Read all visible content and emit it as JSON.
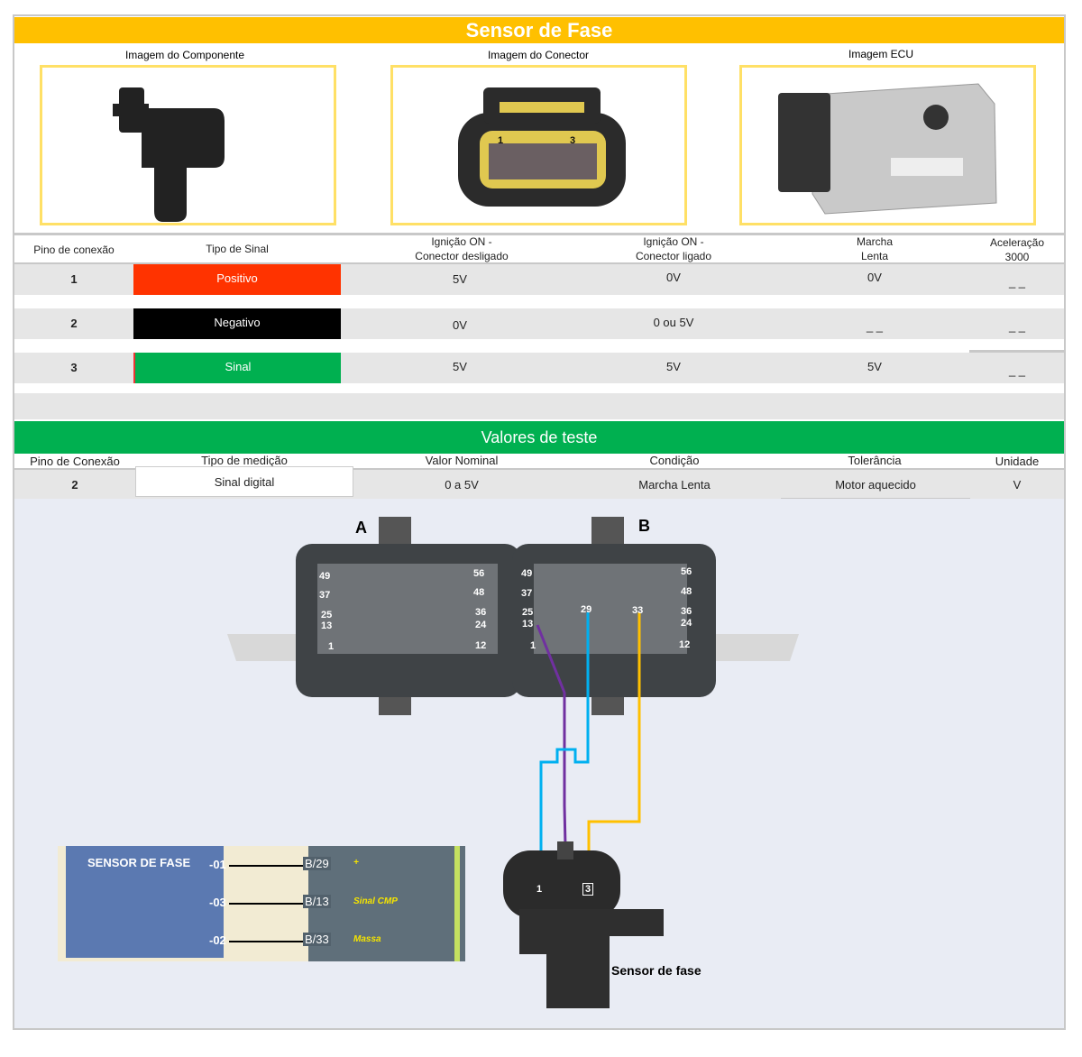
{
  "title": "Sensor de Fase",
  "images": {
    "component": "Imagem do Componente",
    "connector": "Imagem do Conector",
    "ecu": "Imagem ECU",
    "connector_pins": [
      "1",
      "3"
    ]
  },
  "table1": {
    "headers": [
      "Pino de conexão",
      "Tipo de Sinal",
      "Ignição ON -\nConector desligado",
      "Ignição ON -\nConector ligado",
      "Marcha\nLenta",
      "Aceleração\n3000"
    ],
    "rows": [
      {
        "pin": "1",
        "signal": "Positivo",
        "color": "#FF3300",
        "off": "5V",
        "on": "0V",
        "idle": "0V",
        "accel": "_ _"
      },
      {
        "pin": "2",
        "signal": "Negativo",
        "color": "#000000",
        "off": "0V",
        "on": "0 ou 5V",
        "idle": "_ _",
        "accel": "_ _"
      },
      {
        "pin": "3",
        "signal": "Sinal",
        "color": "#00B050",
        "off": "5V",
        "on": "5V",
        "idle": "5V",
        "accel": "_ _"
      }
    ]
  },
  "test": {
    "title": "Valores de teste",
    "headers": [
      "Pino de Conexão",
      "Tipo de medição",
      "Valor Nominal",
      "Condição",
      "Tolerância",
      "Unidade"
    ],
    "row": {
      "pin": "2",
      "type": "Sinal digital",
      "nominal": "0 a 5V",
      "condition": "Marcha Lenta",
      "tolerance": "Motor aquecido",
      "unit": "V"
    }
  },
  "ecu": {
    "conn_a": "A",
    "conn_b": "B",
    "a_pins_left": [
      "49",
      "37",
      "25",
      "13",
      "1"
    ],
    "a_pins_right": [
      "56",
      "48",
      "36",
      "24",
      "12"
    ],
    "b_pins_left": [
      "49",
      "37",
      "25",
      "13",
      "1"
    ],
    "b_pins_right": [
      "56",
      "48",
      "36",
      "24",
      "12"
    ],
    "b_wire_pins": [
      "29",
      "33"
    ]
  },
  "sensor": {
    "label": "Sensor de fase",
    "pins": [
      "1",
      "3"
    ]
  },
  "schematic": {
    "title": "SENSOR DE FASE",
    "wires": [
      {
        "from": "-01",
        "to": "B/29",
        "desc": "+"
      },
      {
        "from": "-03",
        "to": "B/13",
        "desc": "Sinal CMP"
      },
      {
        "from": "-02",
        "to": "B/33",
        "desc": "Massa"
      }
    ]
  }
}
